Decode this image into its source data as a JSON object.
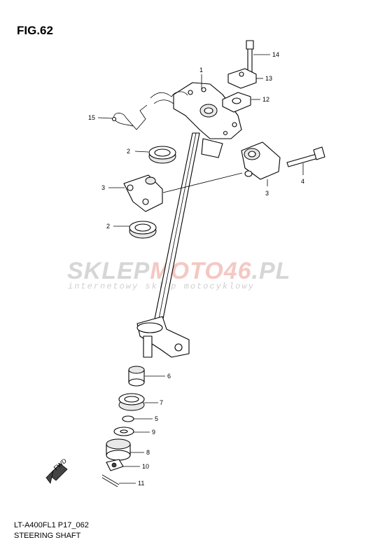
{
  "figure": {
    "title": "FIG.62"
  },
  "footer": {
    "model_code": "LT-A400FL1 P17_062",
    "part_name": "STEERING SHAFT"
  },
  "watermark": {
    "brand_part1": "SKLEP",
    "brand_part2": "MOTO46",
    "brand_part3": ".PL",
    "tagline": "internetowy sklep motocyklowy",
    "color_gray": "#d6d6d6",
    "color_red": "#f4c8c3"
  },
  "callouts": {
    "p1": "1",
    "p2a": "2",
    "p2b": "2",
    "p3a": "3",
    "p3b": "3",
    "p4": "4",
    "p5": "5",
    "p6": "6",
    "p7": "7",
    "p8": "8",
    "p9": "9",
    "p10": "10",
    "p11": "11",
    "p12": "12",
    "p13": "13",
    "p14": "14",
    "p15": "15"
  },
  "fwd_indicator": {
    "label": "FWD",
    "icon": "forward-arrow-icon"
  }
}
